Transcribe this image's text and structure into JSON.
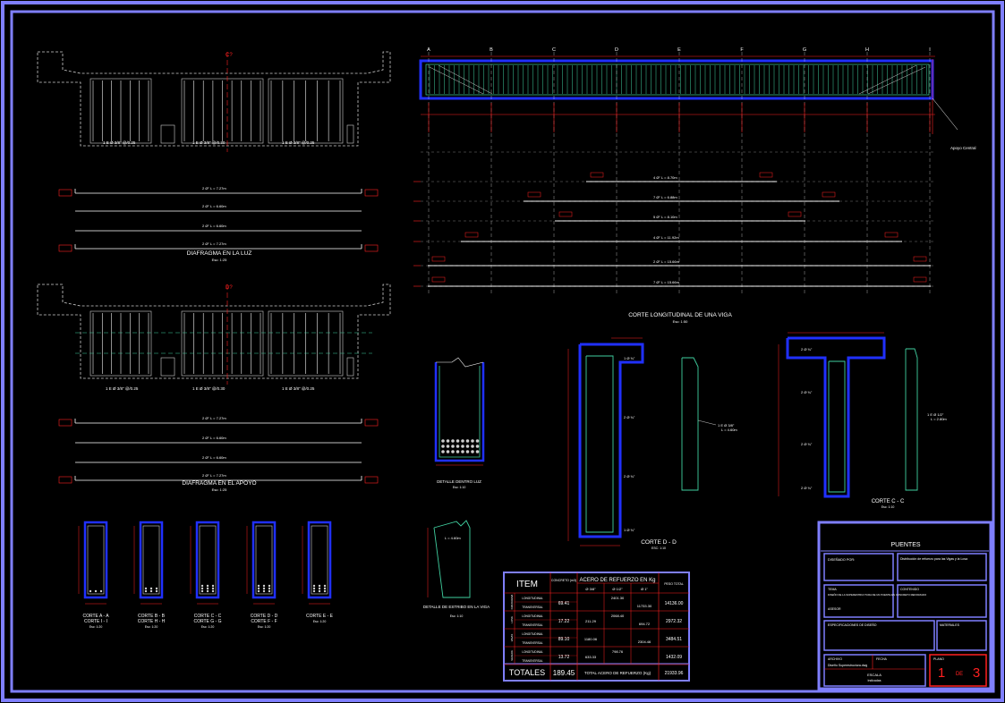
{
  "diafragma_luz": {
    "title": "DIAFRAGMA EN LA LUZ",
    "scale": "Esc: 1:25",
    "c_label": "C?",
    "stirrups": [
      "1 E Ø 3/8\" @/0.25",
      "1 E Ø 3/8\" @/0.30",
      "1 E Ø 3/8\" @/0.25"
    ],
    "bars": [
      "2 Ø\"   L = 7.27m",
      "2 Ø\"   L = 6.60m",
      "2 Ø\"   L = 6.60m",
      "2 Ø\"   L = 7.27m"
    ]
  },
  "diafragma_apoyo": {
    "title": "DIAFRAGMA EN EL APOYO",
    "scale": "Esc: 1:25",
    "d_label": "D?",
    "stirrups": [
      "1 E Ø 3/8\" @/0.25",
      "1 E Ø 3/8\" @/0.30",
      "1 E Ø 3/8\" @/0.25"
    ],
    "bars": [
      "2 Ø\"   L = 7.27m",
      "2 Ø\"   L = 6.60m",
      "2 Ø\"   L = 6.60m",
      "2 Ø\"   L = 7.27m"
    ]
  },
  "cortes_small": [
    "CORTE A - A\nCORTE I - I",
    "CORTE B - B\nCORTE H - H",
    "CORTE C - C\nCORTE G - G",
    "CORTE D - D\nCORTE F - F",
    "CORTE E - E"
  ],
  "cortes_scale": "Esc: 1:20",
  "viga": {
    "title": "CORTE LONGITUDINAL DE UNA VIGA",
    "scale": "Esc: 1:50",
    "axes": [
      "A",
      "B",
      "C",
      "D",
      "E",
      "F",
      "G",
      "H",
      "I"
    ],
    "support_label": "Apoyo Central",
    "bars": [
      "4 Ø\"   L = 8.70m",
      "7 Ø\"   L = 6.88m",
      "5 Ø\"   L = 8.10m",
      "4 Ø\"   L = 11.92m",
      "2 Ø\"   L = 15.66m",
      "7 Ø\"   L = 15.66m"
    ]
  },
  "detalle_luz": {
    "title": "DETALLE DENTRO LUZ",
    "scale": "Esc: 1:10"
  },
  "detalle_estribo": {
    "title": "DETALLE DE ESTRIBO EN LA VIGA",
    "scale": "Esc: 1:10",
    "dim": "L = 4.60m"
  },
  "corte_d": {
    "title": "CORTE D - D",
    "scale": "ESC: 1:10",
    "bar": "1 E Ø 3/8\"\nL = 4.60m"
  },
  "corte_c": {
    "title": "CORTE C - C",
    "scale": "Esc: 1:10",
    "bar": "1 E Ø 1/2\"\nL = 2.80m"
  },
  "table": {
    "col_item": "ITEM",
    "col_concreto": "CONCRETO (m3)",
    "col_acero": "ACERO DE REFUERZO EN Kg",
    "col_sizes": [
      "Ø 3/8\"",
      "Ø 1/2\"",
      "Ø 1\""
    ],
    "col_total": "PESO TOTAL",
    "rows": [
      {
        "group": "DIAFRAGMA",
        "sub": [
          "LONGITUDINAL",
          "TRANSVERSAL"
        ],
        "concreto": "69.41",
        "v1": "",
        "v2": "2401.30",
        "v3": "11733.30",
        "total": "14136.00"
      },
      {
        "group": "LOSA",
        "sub": [
          "LONGITUDINAL",
          "TRANSVERSAL"
        ],
        "concreto": "17.22",
        "v1": "211.29",
        "v2": "2068.40",
        "v3": "694.72",
        "total": "2972.32"
      },
      {
        "group": "VIGAS",
        "sub": [
          "LONGITUDINAL",
          "TRANSVERSAL"
        ],
        "concreto": "89.10",
        "v1": "1180.06",
        "v2": "",
        "v3": "2304.46",
        "total": "3484.51"
      },
      {
        "group": "VEREDA",
        "sub": [
          "LONGITUDINAL",
          "TRANSVERSAL"
        ],
        "concreto": "13.72",
        "v1": "633.33",
        "v2": "798.76",
        "v3": "",
        "total": "1432.09"
      }
    ],
    "totals_label": "TOTALES",
    "totals_concreto": "189.45",
    "totals_text": "TOTAL ACERO DE REFUERZO (Kg)",
    "totals_value": "21933.96"
  },
  "cartouche": {
    "title": "PUENTES",
    "disenado": "DISEÑADO POR:",
    "description": "Distribución de refuerzo para las Vigas y la Losa",
    "tema_label": "TEMA",
    "tema": "DISEÑO DE LA SUPERESTRUCTURA DE UN PUENTE EN CONCRETO REFORZADO",
    "asesor": "ASESOR",
    "contenido": "CONTENIDO",
    "especificaciones": "ESPECIFICACIONES DE DISEÑO",
    "materiales": "MATERIALES",
    "archivo_label": "ARCHIVO",
    "archivo": "Diseño Superestructura.dwg",
    "fecha": "FECHA",
    "escala_label": "ESCALA",
    "escala": "Indicadas",
    "plano_label": "PLANO",
    "plano_num": "1",
    "plano_de": "DE",
    "plano_total": "3"
  },
  "colors": {
    "frame": "#7f7fff",
    "red": "#ff2020",
    "green": "#40d0a0",
    "white": "#ffffff",
    "blue": "#2030ff",
    "cyan": "#60ffff"
  }
}
